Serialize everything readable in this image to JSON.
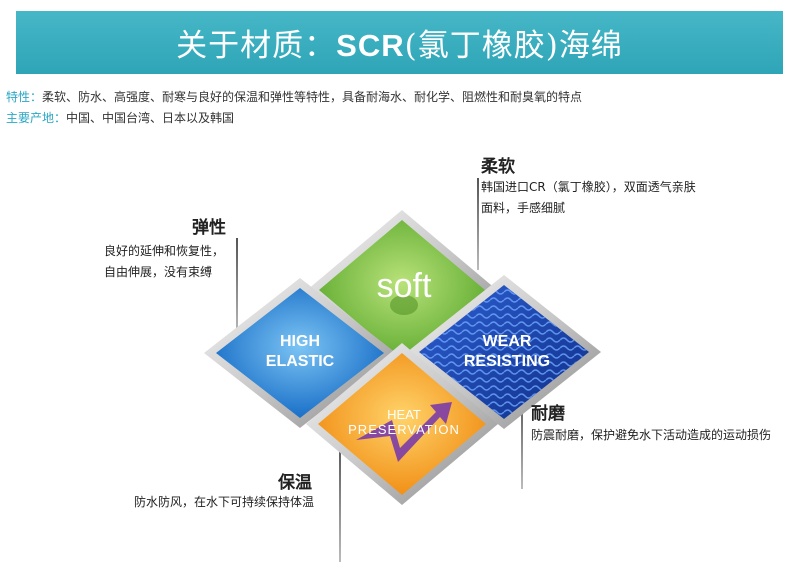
{
  "banner": {
    "title_prefix": "关于材质：",
    "title_en": "SCR",
    "title_suffix": "(氯丁橡胶)海绵"
  },
  "features": {
    "label": "特性：",
    "text": "柔软、防水、高强度、耐寒与良好的保温和弹性等特性，具备耐海水、耐化学、阻燃性和耐臭氧的特点"
  },
  "origin": {
    "label": "主要产地：",
    "text": "中国、中国台湾、日本以及韩国"
  },
  "sections": {
    "soft": {
      "title": "柔软",
      "line1": "韩国进口CR（氯丁橡胶），双面透气亲肤",
      "line2": "面料，手感细腻"
    },
    "elastic": {
      "title": "弹性",
      "line1": "良好的延伸和恢复性，",
      "line2": "自由伸展，没有束缚"
    },
    "wear": {
      "title": "耐磨",
      "line1": "防震耐磨，保护避免水下活动造成的运动损伤"
    },
    "warm": {
      "title": "保温",
      "line1": "防水防风，在水下可持续保持体温"
    }
  },
  "diamonds": {
    "soft": "soft",
    "high_line1": "HIGH",
    "high_line2": "ELASTIC",
    "wear_line1": "WEAR",
    "wear_line2": "RESISTING",
    "heat_line1": "HEAT",
    "heat_line2": "PRESERVATION"
  },
  "colors": {
    "banner": "#3aaec0",
    "soft_green": "#7cc242",
    "elastic_blue": "#1e88d8",
    "wear_navy": "#1a3fa0",
    "heat_orange": "#f5a623",
    "heat_purple": "#7b3ca8",
    "label_cyan": "#2aa7c5"
  }
}
